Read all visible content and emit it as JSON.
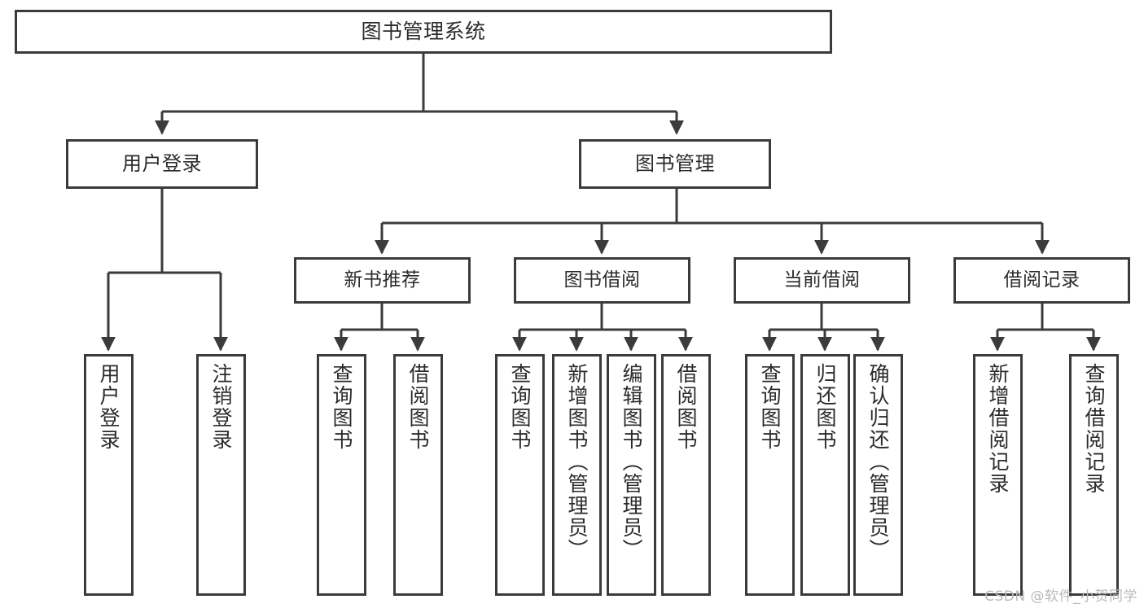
{
  "diagram": {
    "title": "图书管理系统",
    "watermark": "CSDN @软件_小贺同学",
    "stroke_color": "#3b3b3b",
    "background_color": "#ffffff",
    "text_color": "#2b2b2b",
    "watermark_color": "#b9b9b9",
    "root": {
      "label": "图书管理系统"
    },
    "level1": [
      {
        "label": "用户登录"
      },
      {
        "label": "图书管理"
      }
    ],
    "level2": [
      {
        "label": "新书推荐"
      },
      {
        "label": "图书借阅"
      },
      {
        "label": "当前借阅"
      },
      {
        "label": "借阅记录"
      }
    ],
    "leaves": {
      "user_login": [
        {
          "label": "用户登录"
        },
        {
          "label": "注销登录"
        }
      ],
      "new_book_recommend": [
        {
          "label": "查询图书"
        },
        {
          "label": "借阅图书"
        }
      ],
      "book_borrow": [
        {
          "label": "查询图书"
        },
        {
          "label": "新增图书（管理员）"
        },
        {
          "label": "编辑图书（管理员）"
        },
        {
          "label": "借阅图书"
        }
      ],
      "current_borrow": [
        {
          "label": "查询图书"
        },
        {
          "label": "归还图书"
        },
        {
          "label": "确认归还（管理员）"
        }
      ],
      "borrow_records": [
        {
          "label": "新增借阅记录"
        },
        {
          "label": "查询借阅记录"
        }
      ]
    }
  }
}
